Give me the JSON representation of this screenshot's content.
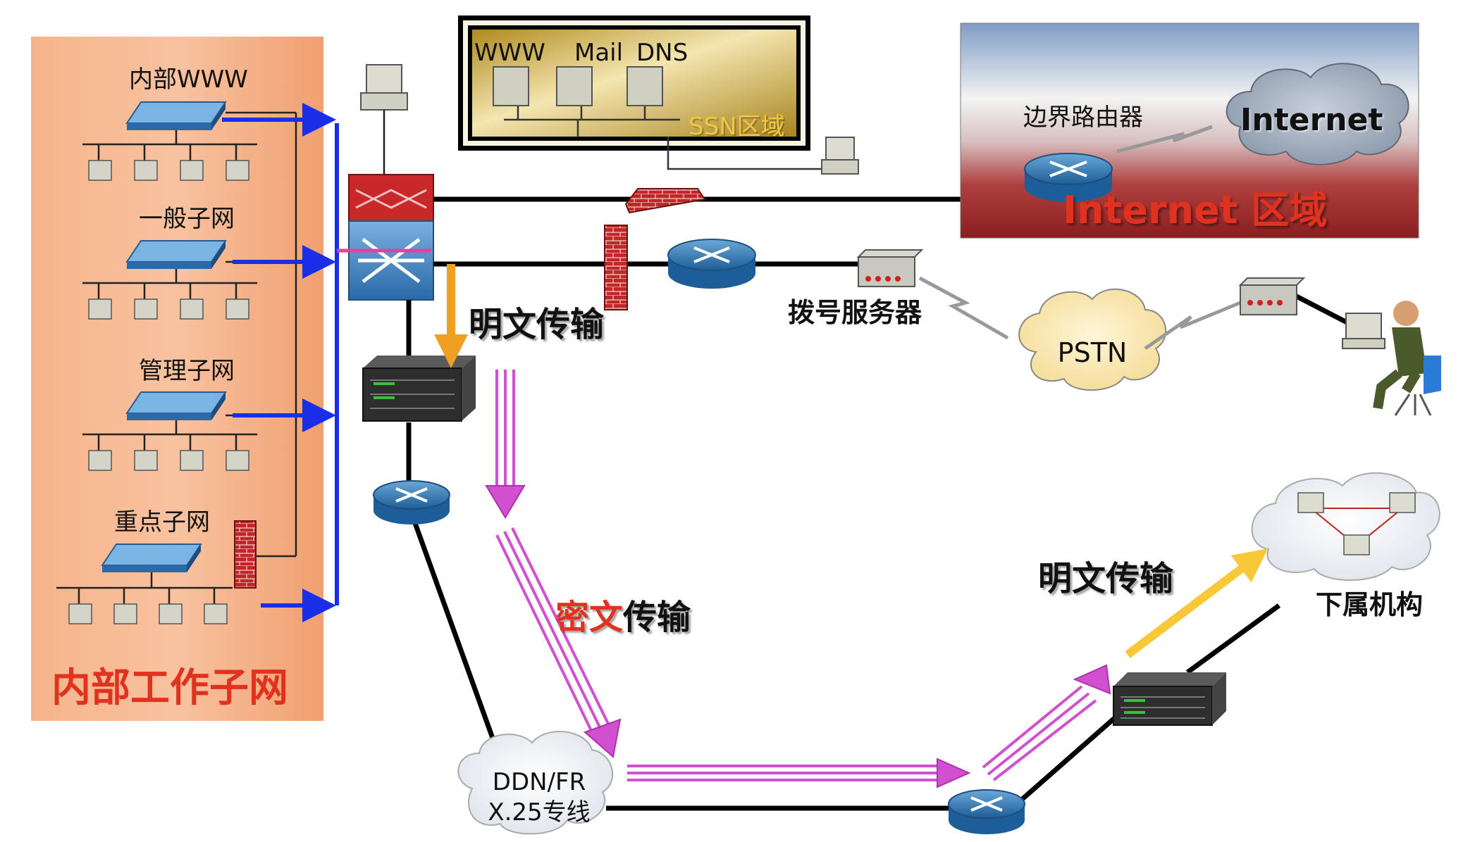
{
  "internal_zone": {
    "title": "内部工作子网",
    "subnets": [
      "内部WWW",
      "一般子网",
      "管理子网",
      "重点子网"
    ]
  },
  "ssn_zone": {
    "label": "SSN区域",
    "servers": [
      "WWW",
      "Mail",
      "DNS"
    ]
  },
  "internet_zone": {
    "title": "Internet 区域",
    "router_label": "边界路由器",
    "cloud_label": "Internet"
  },
  "dialup": {
    "server_label": "拨号服务器",
    "pstn_label": "PSTN"
  },
  "wan": {
    "line1": "DDN/FR",
    "line2": "X.25专线"
  },
  "branch": {
    "label": "下属机构"
  },
  "transmission": {
    "plaintext": "明文传输",
    "cipher_prefix": "密文",
    "cipher_suffix": "传输"
  },
  "colors": {
    "internal_bg": "#f0a878",
    "zone_red": "#e0321e",
    "blue_arrow": "#1a2ee8",
    "plain_arrow": "#f0a020",
    "cipher_arrow": "#d050d0",
    "ssn_bg": "#c8a838",
    "internet_top": "#8fa8c8",
    "internet_bottom": "#a02828"
  }
}
